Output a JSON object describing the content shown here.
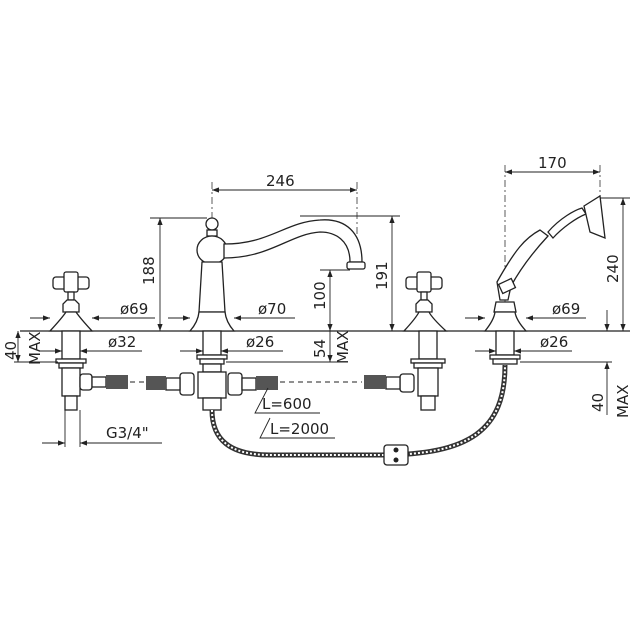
{
  "dimensions": {
    "spout_reach": "246",
    "spout_height": "188",
    "spout_outlet_height": "100",
    "spout_total_height": "191",
    "shower_reach": "170",
    "shower_height": "240",
    "left_valve_flange": "ø69",
    "spout_flange": "ø70",
    "right_shower_flange": "ø69",
    "left_shank": "ø32",
    "spout_shank": "ø26",
    "shower_shank": "ø26",
    "left_deck_thickness": "40",
    "left_deck_max": "MAX",
    "spout_deck": "54",
    "spout_deck_max": "MAX",
    "right_deck_thickness": "40",
    "right_deck_max": "MAX",
    "connection": "G3/4\"",
    "flex_hose_length": "L=600",
    "shower_hose_length": "L=2000"
  }
}
